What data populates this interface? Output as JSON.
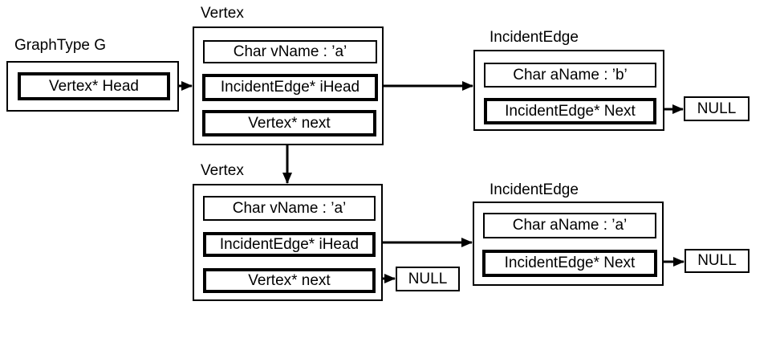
{
  "canvas": {
    "background_color": "#ffffff",
    "ink_color": "#000000"
  },
  "nodes": {
    "graph_type": {
      "label": "GraphType G",
      "fields": {
        "head": "Vertex* Head"
      }
    },
    "vertex1": {
      "label": "Vertex",
      "fields": {
        "vname": "Char vName : ’a’",
        "ihead": "IncidentEdge* iHead",
        "next": "Vertex* next"
      }
    },
    "incident_edge1": {
      "label": "IncidentEdge",
      "fields": {
        "aname": "Char aName : ’b’",
        "next": "IncidentEdge* Next"
      }
    },
    "null_after_incident_edge1": {
      "label": "NULL"
    },
    "vertex2": {
      "label": "Vertex",
      "fields": {
        "vname": "Char vName : ’a’",
        "ihead": "IncidentEdge* iHead",
        "next": "Vertex* next"
      }
    },
    "null_after_vertex2_next": {
      "label": "NULL"
    },
    "incident_edge2": {
      "label": "IncidentEdge",
      "fields": {
        "aname": "Char aName : ’a’",
        "next": "IncidentEdge* Next"
      }
    },
    "null_after_incident_edge2": {
      "label": "NULL"
    }
  }
}
